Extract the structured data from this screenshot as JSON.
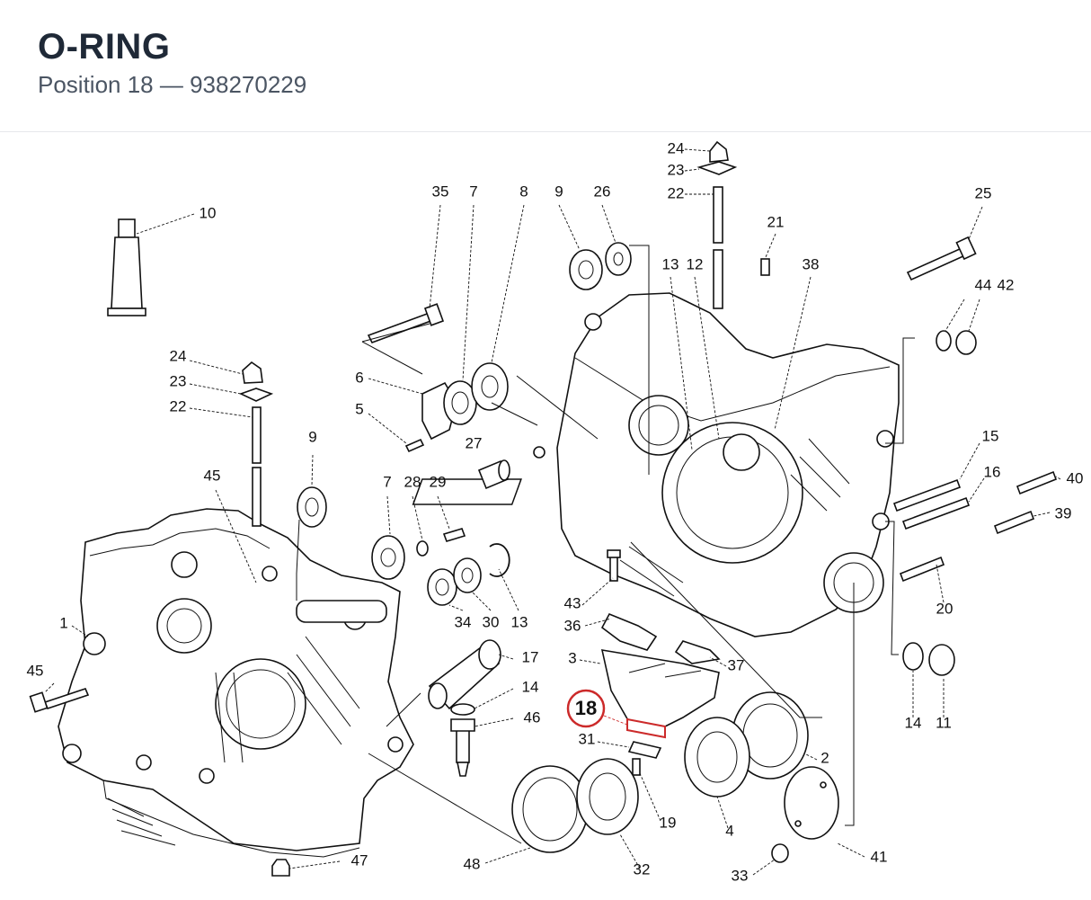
{
  "header": {
    "title": "O-RING",
    "position_label": "Position 18 — 938270229"
  },
  "highlight": {
    "label": "18",
    "color": "#cc2a2a"
  },
  "callouts": [
    {
      "label": "24"
    },
    {
      "label": "23"
    },
    {
      "label": "22"
    },
    {
      "label": "35"
    },
    {
      "label": "7"
    },
    {
      "label": "8"
    },
    {
      "label": "9"
    },
    {
      "label": "26"
    },
    {
      "label": "21"
    },
    {
      "label": "25"
    },
    {
      "label": "13"
    },
    {
      "label": "12"
    },
    {
      "label": "38"
    },
    {
      "label": "44"
    },
    {
      "label": "42"
    },
    {
      "label": "10"
    },
    {
      "label": "24"
    },
    {
      "label": "23"
    },
    {
      "label": "22"
    },
    {
      "label": "6"
    },
    {
      "label": "5"
    },
    {
      "label": "27"
    },
    {
      "label": "9"
    },
    {
      "label": "15"
    },
    {
      "label": "16"
    },
    {
      "label": "40"
    },
    {
      "label": "39"
    },
    {
      "label": "45"
    },
    {
      "label": "7"
    },
    {
      "label": "28"
    },
    {
      "label": "29"
    },
    {
      "label": "20"
    },
    {
      "label": "1"
    },
    {
      "label": "43"
    },
    {
      "label": "34"
    },
    {
      "label": "30"
    },
    {
      "label": "13"
    },
    {
      "label": "36"
    },
    {
      "label": "45"
    },
    {
      "label": "17"
    },
    {
      "label": "3"
    },
    {
      "label": "37"
    },
    {
      "label": "14"
    },
    {
      "label": "14"
    },
    {
      "label": "11"
    },
    {
      "label": "46"
    },
    {
      "label": "31"
    },
    {
      "label": "2"
    },
    {
      "label": "19"
    },
    {
      "label": "4"
    },
    {
      "label": "47"
    },
    {
      "label": "48"
    },
    {
      "label": "32"
    },
    {
      "label": "41"
    },
    {
      "label": "33"
    }
  ]
}
